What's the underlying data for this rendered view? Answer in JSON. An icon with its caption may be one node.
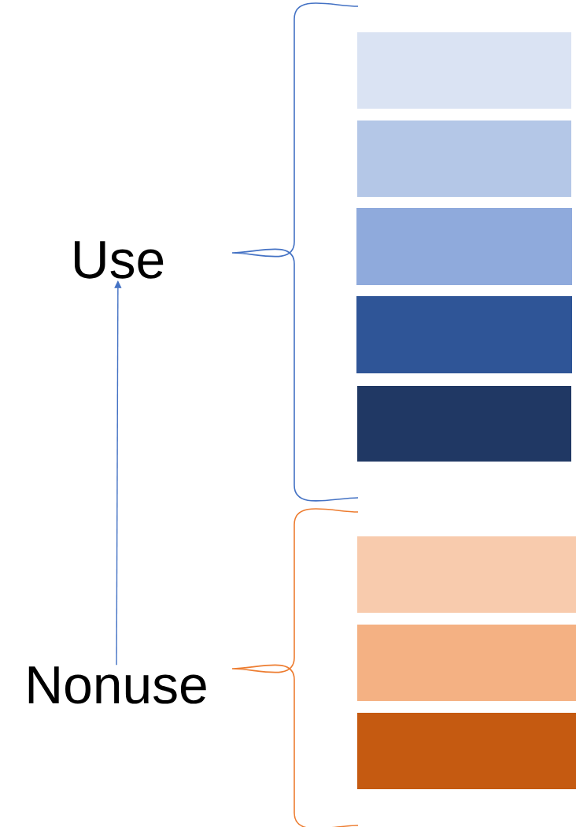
{
  "diagram": {
    "nodes": [
      {
        "text": [
          "Use"
        ]
      },
      {
        "text": [
          "Nonuse"
        ]
      },
      {
        "text": [],
        "shape": "box"
      },
      {
        "text": [],
        "shape": "box"
      },
      {
        "text": [],
        "shape": "box"
      },
      {
        "text": [],
        "shape": "box"
      },
      {
        "text": [],
        "shape": "box"
      },
      {
        "text": [],
        "shape": "box"
      },
      {
        "text": [],
        "shape": "box"
      },
      {
        "text": [],
        "shape": "box"
      }
    ],
    "edges": [
      {
        "from": 1,
        "to": 0,
        "arrow": "to",
        "color": "#4472c4"
      }
    ]
  }
}
